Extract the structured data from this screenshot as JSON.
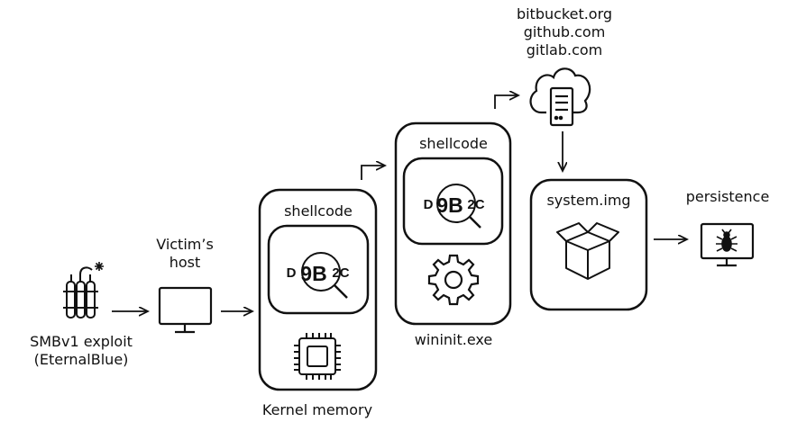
{
  "diagram": {
    "exploit": {
      "line1": "SMBv1 exploit",
      "line2": "(EternalBlue)"
    },
    "victim": {
      "line1": "Victim’s",
      "line2": "host"
    },
    "kernel": {
      "header": "shellcode",
      "caption": "Kernel memory",
      "logo": {
        "left": "D",
        "mid": "9B",
        "right": "2C"
      }
    },
    "wininit": {
      "header": "shellcode",
      "caption": "wininit.exe",
      "logo": {
        "left": "D",
        "mid": "9B",
        "right": "2C"
      }
    },
    "repos": [
      "bitbucket.org",
      "github.com",
      "gitlab.com"
    ],
    "system": {
      "label": "system.img"
    },
    "persistence": {
      "label": "persistence"
    }
  }
}
